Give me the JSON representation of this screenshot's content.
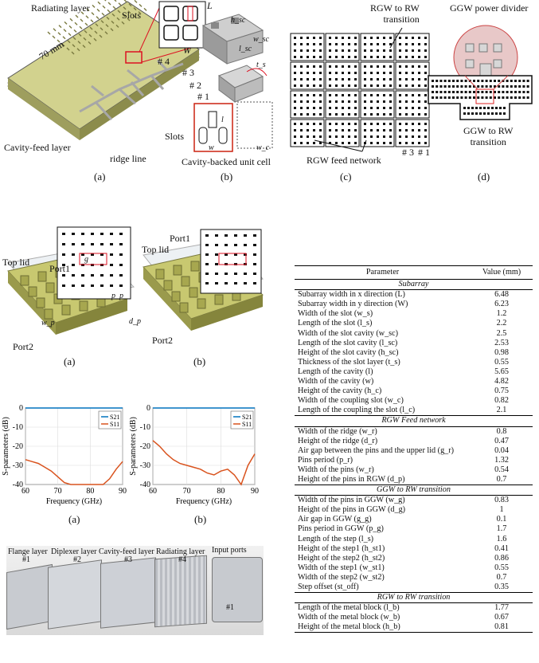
{
  "fig_top": {
    "labels": {
      "radiating_layer": "Radiating layer",
      "mm70": "70 mm",
      "slots": "Slots",
      "n4": "# 4",
      "n3": "# 3",
      "n2": "# 2",
      "n1": "# 1",
      "cavity_feed_layer": "Cavity-feed layer",
      "ridge_line": "ridge line",
      "L": "L",
      "W": "W",
      "hsc": "h_sc",
      "wsc": "w_sc",
      "lsc": "l_sc",
      "ts": "t_s",
      "slots_b": "Slots",
      "l": "l",
      "w": "w",
      "wc": "w_c",
      "cavity_unit": "Cavity-backed unit cell",
      "rgw_rw": "RGW to RW\ntransition",
      "rgw_feed": "RGW feed network",
      "c_n3": "# 3",
      "c_n1": "# 1",
      "ggw_divider": "GGW power divider",
      "ggw_rw": "GGW to RW\ntransition"
    },
    "captions": [
      "(a)",
      "(b)",
      "(c)",
      "(d)"
    ]
  },
  "fig_mid": {
    "labels": {
      "top_lid_a": "Top lid",
      "port1_a": "Port1",
      "port2_a": "Port2",
      "top_lid_b": "Top lid",
      "port1_b": "Port1",
      "port2_b": "Port2",
      "g": "g",
      "wp": "w_p",
      "pp": "p_p",
      "dp": "d_p"
    },
    "captions": [
      "(a)",
      "(b)"
    ]
  },
  "chart_data": [
    {
      "type": "line",
      "ylabel": "S-parameters (dB)",
      "xlabel": "Frequency (GHz)",
      "xlim": [
        60,
        90
      ],
      "ylim": [
        -40,
        0
      ],
      "xticks": [
        "60",
        "70",
        "80",
        "90"
      ],
      "yticks": [
        "0",
        "-10",
        "-20",
        "-30",
        "-40"
      ],
      "legend": "top-right",
      "series": [
        {
          "name": "S11",
          "color": "#d9531e",
          "x": [
            60,
            62,
            64,
            66,
            68,
            70,
            72,
            74,
            76,
            78,
            80,
            82,
            84,
            86,
            88,
            90
          ],
          "y": [
            -27,
            -28,
            -29,
            -31,
            -33,
            -36,
            -39,
            -40,
            -40,
            -40,
            -40,
            -40,
            -40,
            -37,
            -32,
            -28
          ]
        },
        {
          "name": "S21",
          "color": "#0072bd",
          "x": [
            60,
            70,
            80,
            90
          ],
          "y": [
            0,
            0,
            0,
            0
          ]
        }
      ]
    },
    {
      "type": "line",
      "ylabel": "S-parameters (dB)",
      "xlabel": "Frequency (GHz)",
      "xlim": [
        60,
        90
      ],
      "ylim": [
        -40,
        0
      ],
      "xticks": [
        "60",
        "70",
        "80",
        "90"
      ],
      "yticks": [
        "0",
        "-10",
        "-20",
        "-30",
        "-40"
      ],
      "legend": "top-right",
      "series": [
        {
          "name": "S11",
          "color": "#d9531e",
          "x": [
            60,
            62,
            64,
            66,
            68,
            70,
            72,
            74,
            76,
            78,
            80,
            82,
            84,
            86,
            88,
            90
          ],
          "y": [
            -17,
            -20,
            -24,
            -27,
            -29,
            -30,
            -31,
            -32,
            -34,
            -35,
            -33,
            -32,
            -35,
            -40,
            -30,
            -24
          ]
        },
        {
          "name": "S21",
          "color": "#0072bd",
          "x": [
            60,
            70,
            80,
            90
          ],
          "y": [
            0,
            0,
            0,
            0
          ]
        }
      ]
    }
  ],
  "fig_sparam_captions": [
    "(a)",
    "(b)"
  ],
  "photo": {
    "labels": {
      "flange": "Flange layer",
      "flange_n": "#1",
      "diplexer": "Diplexer layer",
      "diplexer_n": "#2",
      "cavity": "Cavity-feed layer",
      "cavity_n": "#3",
      "radiating": "Radiating layer",
      "radiating_n": "#4",
      "input_ports": "Input ports",
      "p1": "#1"
    }
  },
  "table": {
    "header": [
      "Parameter",
      "Value (mm)"
    ],
    "sections": [
      {
        "title": "Subarray",
        "rows": [
          [
            "Subarray width in x direction (L)",
            "6.48"
          ],
          [
            "Subarray width in y direction (W)",
            "6.23"
          ],
          [
            "Width of the slot (w_s)",
            "1.2"
          ],
          [
            "Length of the slot (l_s)",
            "2.2"
          ],
          [
            "Width of the slot cavity (w_sc)",
            "2.5"
          ],
          [
            "Length of the slot cavity (l_sc)",
            "2.53"
          ],
          [
            "Height of the slot cavity (h_sc)",
            "0.98"
          ],
          [
            "Thickness of the slot layer (t_s)",
            "0.55"
          ],
          [
            "Length of the cavity (l)",
            "5.65"
          ],
          [
            "Width of the cavity (w)",
            "4.82"
          ],
          [
            "Height of the cavity (h_c)",
            "0.75"
          ],
          [
            "Width of the coupling slot (w_c)",
            "0.82"
          ],
          [
            "Length of the coupling the slot (l_c)",
            "2.1"
          ]
        ]
      },
      {
        "title": "RGW Feed network",
        "rows": [
          [
            "Width of the ridge (w_r)",
            "0.8"
          ],
          [
            "Height of the ridge (d_r)",
            "0.47"
          ],
          [
            "Air gap between the pins and the upper lid (g_r)",
            "0.04"
          ],
          [
            "Pins period (p_r)",
            "1.32"
          ],
          [
            "Width of the pins (w_r)",
            "0.54"
          ],
          [
            "Height of the pins in RGW (d_p)",
            "0.7"
          ]
        ]
      },
      {
        "title": "GGW to RW transition",
        "rows": [
          [
            "Width of the pins in GGW (w_g)",
            "0.83"
          ],
          [
            "Height of the pins in GGW (d_g)",
            "1"
          ],
          [
            "Air gap in GGW (g_g)",
            "0.1"
          ],
          [
            "Pins period in GGW (p_g)",
            "1.7"
          ],
          [
            "Length of the step (l_s)",
            "1.6"
          ],
          [
            "Height of the step1 (h_st1)",
            "0.41"
          ],
          [
            "Height of the step2 (h_st2)",
            "0.86"
          ],
          [
            "Width of the step1 (w_st1)",
            "0.55"
          ],
          [
            "Width of the step2 (w_st2)",
            "0.7"
          ],
          [
            "Step offset (st_off)",
            "0.35"
          ]
        ]
      },
      {
        "title": "RGW to RW transition",
        "rows": [
          [
            "Length of the metal block (l_b)",
            "1.77"
          ],
          [
            "Width of the metal block (w_b)",
            "0.67"
          ],
          [
            "Height of the metal block (h_b)",
            "0.81"
          ]
        ]
      }
    ]
  }
}
